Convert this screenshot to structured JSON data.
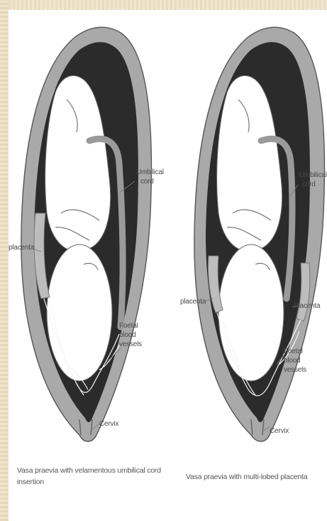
{
  "left_diagram": {
    "labels": {
      "umbilical_cord_line1": "Umbilical",
      "umbilical_cord_line2": "cord",
      "placenta": "placenta",
      "foetal_line1": "Foetal",
      "foetal_line2": "blood",
      "foetal_line3": "vessels",
      "cervix": "Cervix"
    },
    "caption_line1": "Vasa praevia with velamentous umbilical cord",
    "caption_line2": "insertion"
  },
  "right_diagram": {
    "labels": {
      "umbilical_cord_line1": "Umbilical",
      "umbilical_cord_line2": "cord",
      "placenta_left": "placenta",
      "placenta_right": "Placenta",
      "foetal_line1": "Foetal",
      "foetal_line2": "blood",
      "foetal_line3": "vessels",
      "cervix": "Cervix"
    },
    "caption": "Vasa praevia with multi-lobed placenta"
  },
  "colors": {
    "uterus_wall": "#a9a9a9",
    "amniotic_cavity": "#2b2b2b",
    "fetus": "#ffffff",
    "vessels": "#ffffff"
  }
}
